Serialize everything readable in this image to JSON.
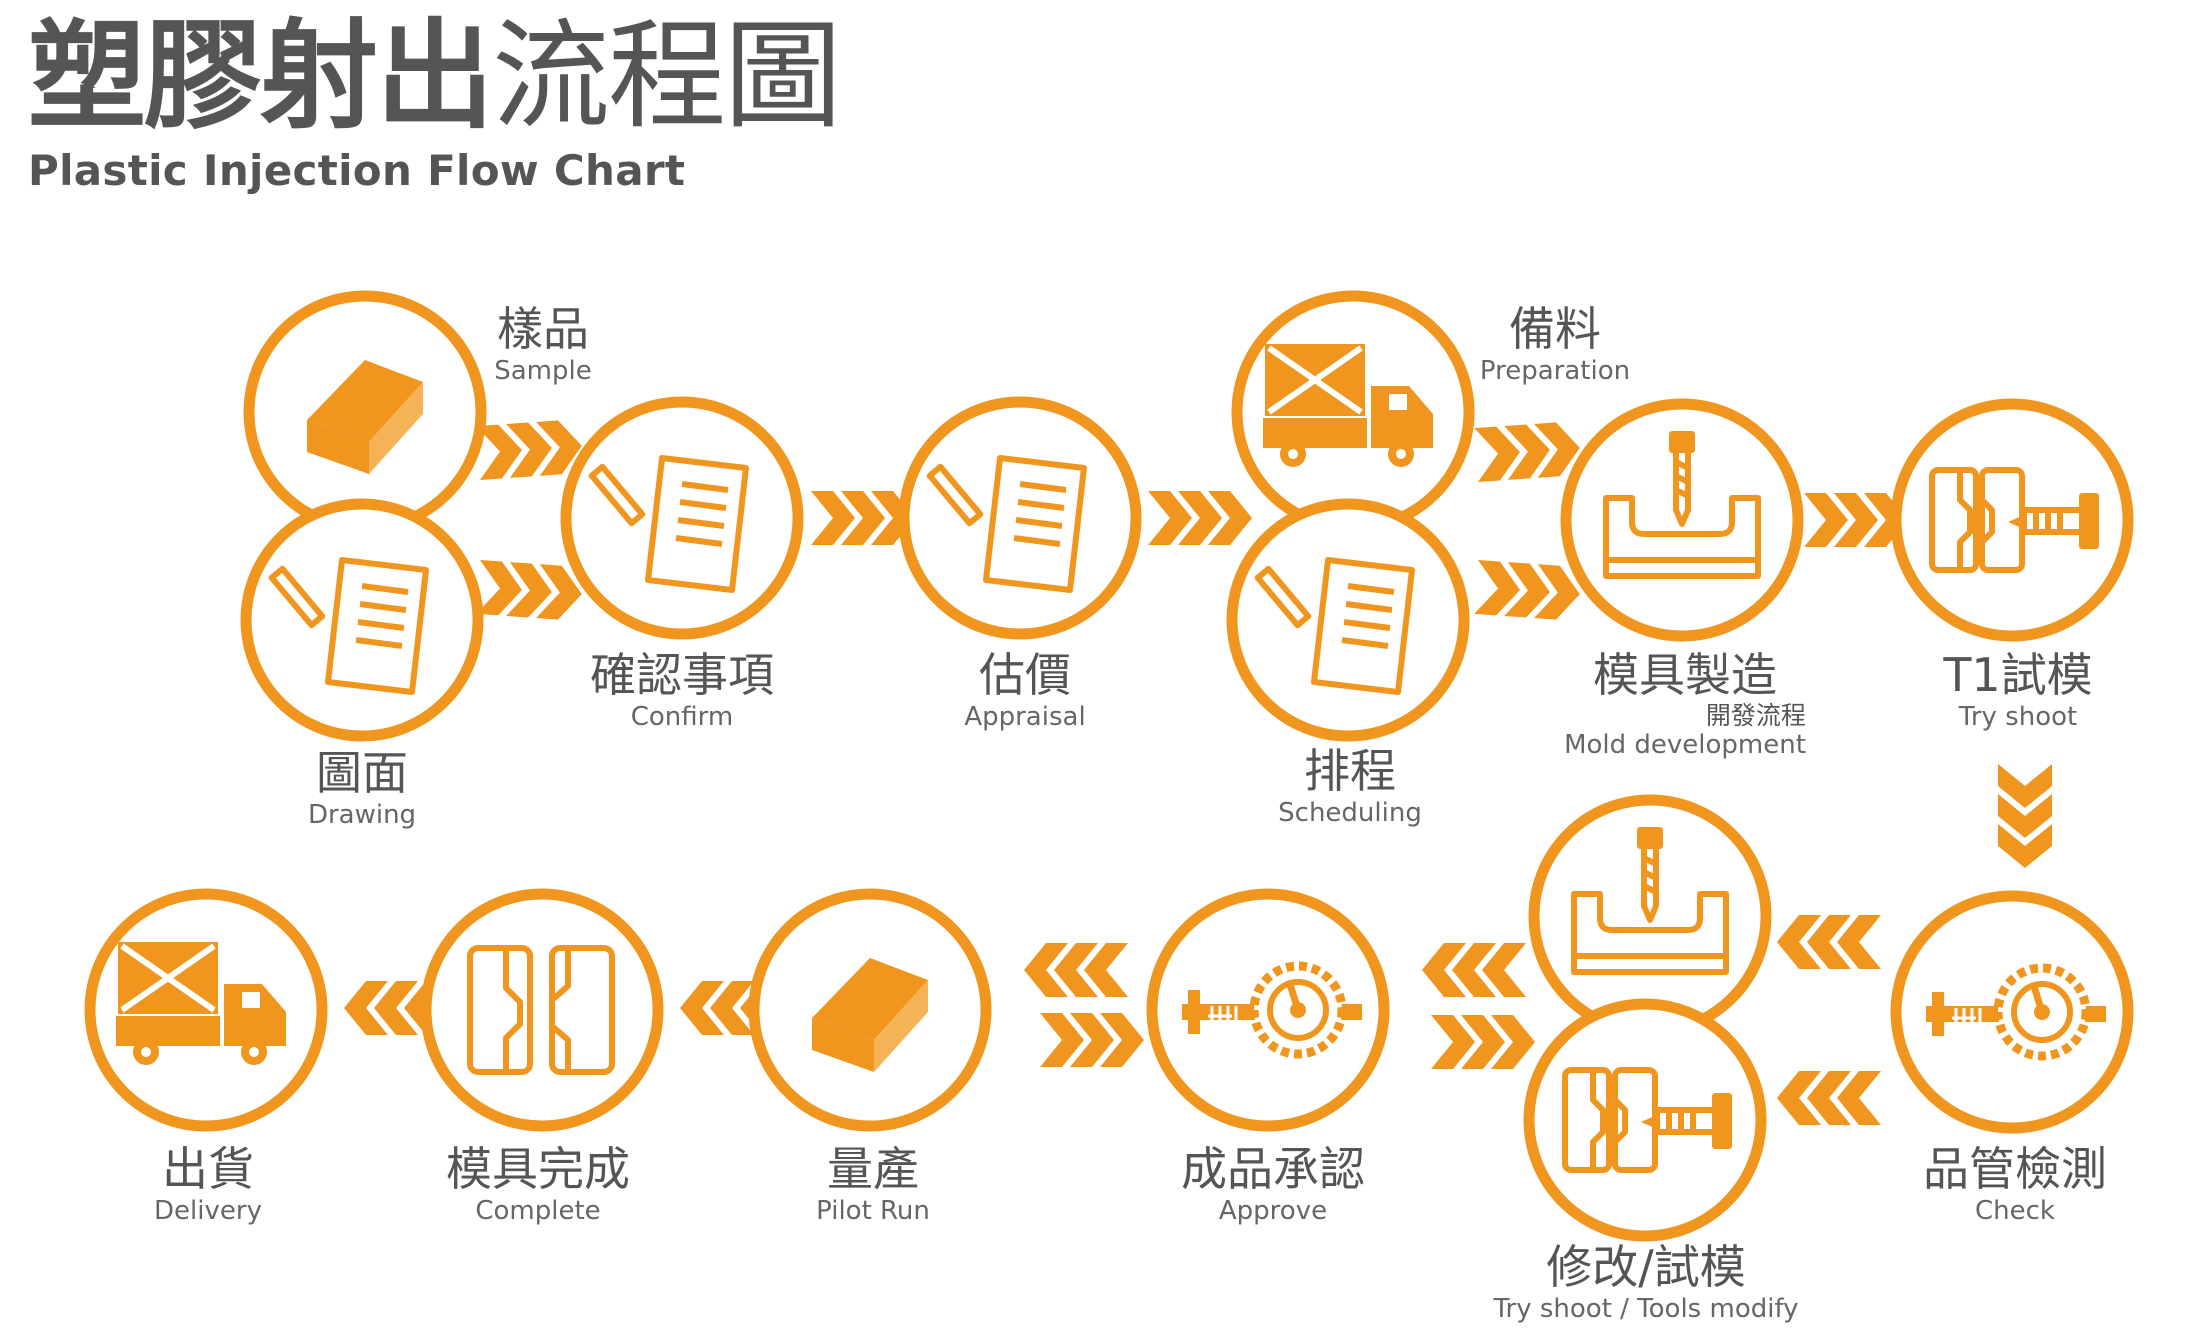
{
  "title": {
    "bold": "塑膠射出",
    "regular": "流程圖"
  },
  "subtitle": "Plastic Injection Flow Chart",
  "colors": {
    "accent": "#F0961E",
    "text": "#555555",
    "background": "#FFFFFF"
  },
  "steps": [
    {
      "id": "sample",
      "zh": "樣品",
      "en": "Sample",
      "icon": "box-icon"
    },
    {
      "id": "drawing",
      "zh": "圖面",
      "en": "Drawing",
      "icon": "document-pen-icon"
    },
    {
      "id": "confirm",
      "zh": "確認事項",
      "en": "Confirm",
      "icon": "document-pen-icon"
    },
    {
      "id": "appraisal",
      "zh": "估價",
      "en": "Appraisal",
      "icon": "document-pen-icon"
    },
    {
      "id": "preparation",
      "zh": "備料",
      "en": "Preparation",
      "icon": "delivery-truck-icon"
    },
    {
      "id": "scheduling",
      "zh": "排程",
      "en": "Scheduling",
      "icon": "document-pen-icon"
    },
    {
      "id": "mold",
      "zh": "模具製造",
      "zh2": "開發流程",
      "en": "Mold development",
      "icon": "mold-drill-icon"
    },
    {
      "id": "t1",
      "zh": "T1試模",
      "en": "Try shoot",
      "icon": "injection-mold-icon"
    },
    {
      "id": "check",
      "zh": "品管檢測",
      "en": "Check",
      "icon": "caliper-gauge-icon"
    },
    {
      "id": "modify",
      "zh": "修改/試模",
      "en": "Try shoot / Tools modify",
      "icon": "mold-drill-icon"
    },
    {
      "id": "approve",
      "zh": "成品承認",
      "en": "Approve",
      "icon": "caliper-gauge-icon"
    },
    {
      "id": "pilot",
      "zh": "量產",
      "en": "Pilot Run",
      "icon": "box-icon"
    },
    {
      "id": "complete",
      "zh": "模具完成",
      "en": "Complete",
      "icon": "mold-halves-icon"
    },
    {
      "id": "delivery",
      "zh": "出貨",
      "en": "Delivery",
      "icon": "delivery-truck-icon"
    }
  ]
}
